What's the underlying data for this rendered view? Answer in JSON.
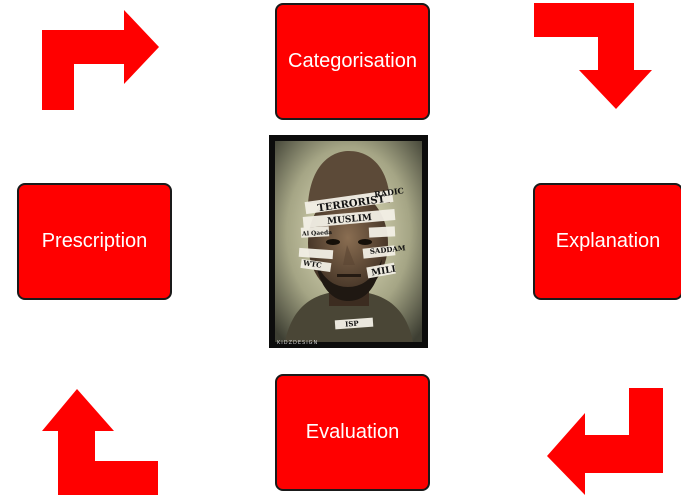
{
  "nodes": {
    "top": "Categorisation",
    "right": "Explanation",
    "bottom": "Evaluation",
    "left": "Prescription"
  },
  "photo": {
    "caption": "KIDZDESIGN",
    "headwrap_words": [
      "TERRORIST",
      "RADIC",
      "MUSLIM",
      "SADDAM",
      "Al Qaeda",
      "WTC",
      "MILI",
      "ISP"
    ]
  },
  "colors": {
    "node_fill": "#ff0000",
    "arrow_fill": "#ff0000",
    "node_text": "#ffffff"
  }
}
